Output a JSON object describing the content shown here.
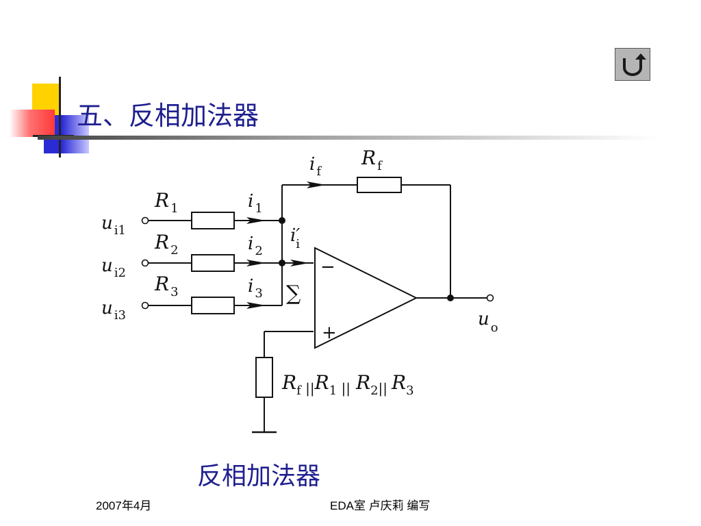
{
  "slide": {
    "title": "五、反相加法器",
    "caption": "反相加法器"
  },
  "footer": {
    "date": "2007年4月",
    "author": "EDA室 卢庆莉 编写"
  },
  "nav": {
    "back_button_icon": "return-arrow-icon"
  },
  "circuit": {
    "inputs": [
      {
        "u": "u",
        "sub": "i1",
        "r": "R",
        "r_sub": "1",
        "i": "i",
        "i_sub": "1"
      },
      {
        "u": "u",
        "sub": "i2",
        "r": "R",
        "r_sub": "2",
        "i": "i",
        "i_sub": "2"
      },
      {
        "u": "u",
        "sub": "i3",
        "r": "R",
        "r_sub": "3",
        "i": "i",
        "i_sub": "3"
      }
    ],
    "feedback": {
      "i": "i",
      "i_sub": "f",
      "r": "R",
      "r_sub": "f"
    },
    "node_current": {
      "i": "i′",
      "i_sub": "i"
    },
    "sum_symbol": "∑",
    "minus_sign": "−",
    "plus_sign": "+",
    "output": {
      "u": "u",
      "sub": "o"
    },
    "bias_resistor": {
      "parts": [
        {
          "r": "R",
          "sub": "f",
          "sep": " ||"
        },
        {
          "r": "R",
          "sub": "1",
          "sep": " ||"
        },
        {
          "r": "R",
          "sub": "2",
          "sep": "||"
        },
        {
          "r": "R",
          "sub": "3",
          "sep": ""
        }
      ]
    }
  },
  "colors": {
    "title": "#1f1f8f",
    "deco_yellow": "#ffd200",
    "deco_blue": "#2b2bd6",
    "deco_red": "#ff5a5a"
  }
}
